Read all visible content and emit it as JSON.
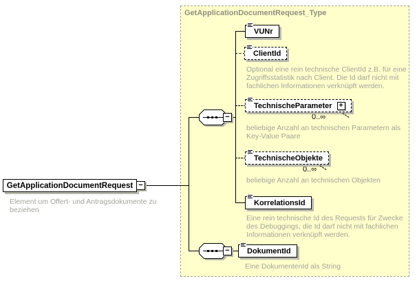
{
  "root_element": {
    "name": "GetApplicationDocumentRequest",
    "description": "Element um Offert- und Antragsdokumente zu beziehen"
  },
  "type_container": {
    "title": "GetApplicationDocumentRequest_Type"
  },
  "icons": {
    "collapse": "−",
    "expand": "+"
  },
  "children": [
    {
      "name": "VUNr",
      "description": ""
    },
    {
      "name": "ClientId",
      "description": "Optional eine rein technische ClientId z.B. für eine Zugriffsstatistik nach Client. Die Id darf nicht mit fachlichen Informationen verknüpft werden."
    },
    {
      "name": "TechnischeParameter",
      "occurrence": "0..∞",
      "description": "beliebige Anzahl an technischen Parametern als Key-Value Paare"
    },
    {
      "name": "TechnischeObjekte",
      "occurrence": "0..∞",
      "description": "beliebige Anzahl an technischen Objekten"
    },
    {
      "name": "KorrelationsId",
      "description": "Eine rein technische Id des Requests für Zwecke des Debuggings, die Id darf nicht mit fachlichen Informationen verknüpft werden."
    },
    {
      "name": "DokumentId",
      "description": "Eine DokumentenId als String"
    }
  ],
  "colors": {
    "container_bg": "#ffffcc",
    "shadow": "#b9b9ae",
    "description_text": "#a3a399",
    "title_text": "#8f8f7d"
  }
}
